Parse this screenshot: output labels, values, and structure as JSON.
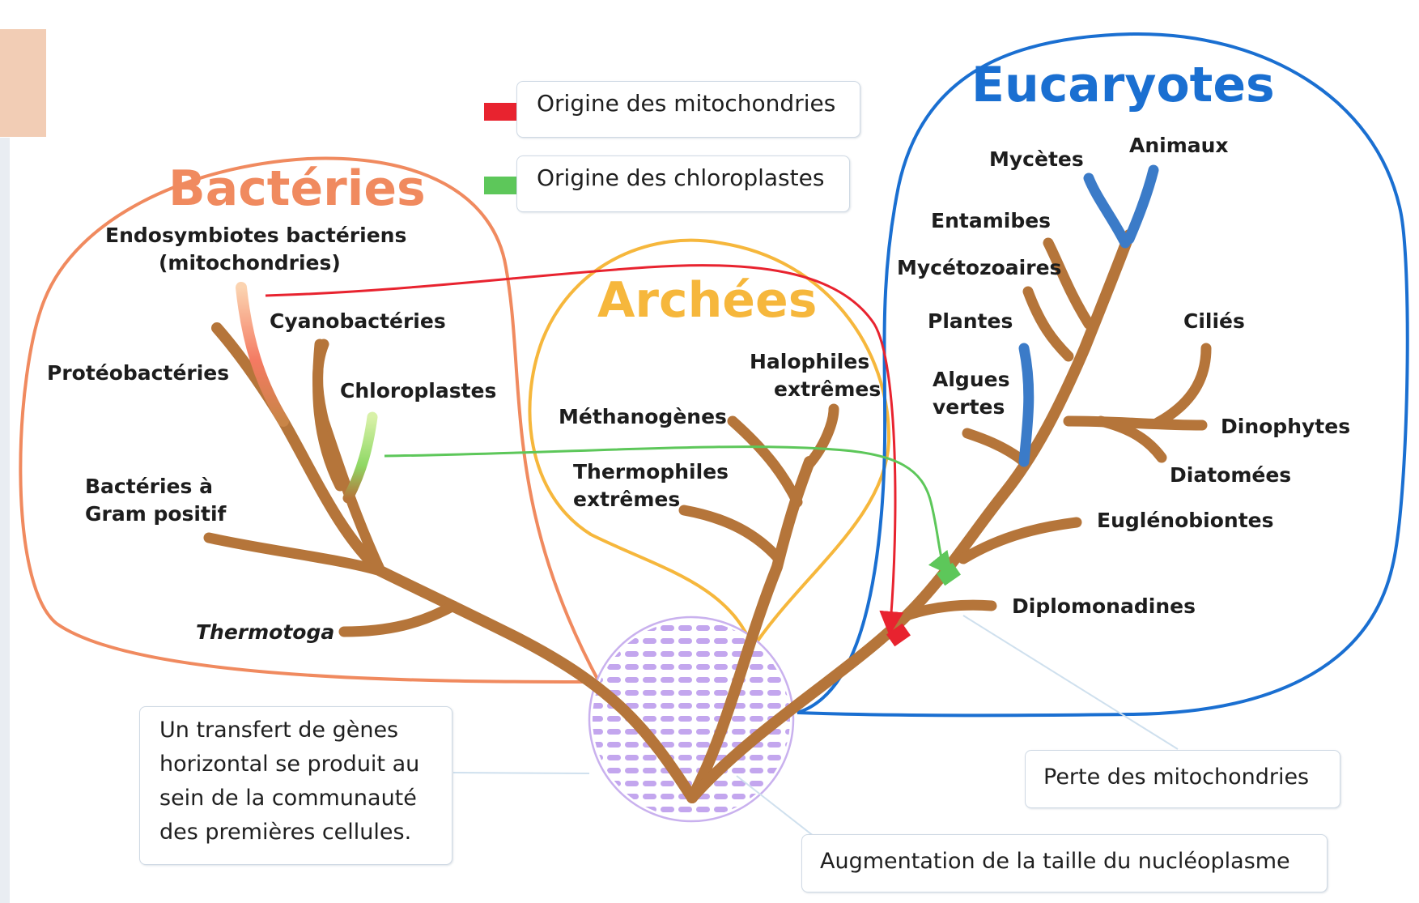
{
  "titles": {
    "bacteria": "Bactéries",
    "archaea": "Archées",
    "eukaryotes": "Eucaryotes"
  },
  "legend": {
    "mito": "Origine des mitochondries",
    "chloro": "Origine des chloroplastes",
    "mito_color": "#e8232f",
    "chloro_color": "#5dc75a"
  },
  "colors": {
    "bacteria": "#f08a5f",
    "archaea": "#f6b73c",
    "eukaryotes": "#1a6fd1",
    "branch": "#b5753a",
    "root_community": "#a17be0"
  },
  "bacteria_labels": {
    "endosymbiotes_l1": "Endosymbiotes bactériens",
    "endosymbiotes_l2": "(mitochondries)",
    "cyanobacteries": "Cyanobactéries",
    "proteobacteries": "Protéobactéries",
    "chloroplastes": "Chloroplastes",
    "gram_l1": "Bactéries à",
    "gram_l2": "Gram positif",
    "thermotoga": "Thermotoga"
  },
  "archaea_labels": {
    "halophiles_l1": "Halophiles",
    "halophiles_l2": "extrêmes",
    "methanogenes": "Méthanogènes",
    "thermophiles_l1": "Thermophiles",
    "thermophiles_l2": "extrêmes"
  },
  "eukaryote_labels": {
    "mycetes": "Mycètes",
    "animaux": "Animaux",
    "entamibes": "Entamibes",
    "mycetozoaires": "Mycétozoaires",
    "plantes": "Plantes",
    "cilies": "Ciliés",
    "algues_l1": "Algues",
    "algues_l2": "vertes",
    "dinophytes": "Dinophytes",
    "diatomees": "Diatomées",
    "euglenobiontes": "Euglénobiontes",
    "diplomonadines": "Diplomonadines"
  },
  "callouts": {
    "transfer_l1": "Un transfert de gènes",
    "transfer_l2": "horizontal se produit au",
    "transfer_l3": "sein de la communauté",
    "transfer_l4": "des premières cellules.",
    "mito_loss": "Perte des mitochondries",
    "nucleoplasm": "Augmentation de la taille du nucléoplasme"
  }
}
